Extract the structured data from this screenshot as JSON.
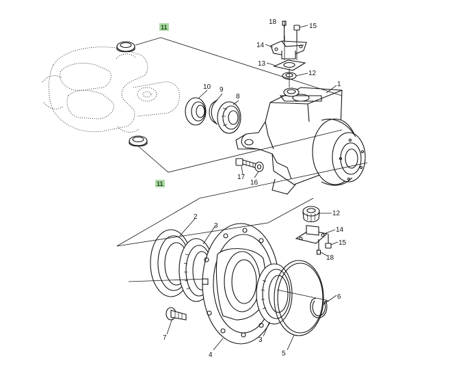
{
  "callouts": {
    "c1": "1",
    "c2": "2",
    "c3a": "3",
    "c3b": "3",
    "c4": "4",
    "c5": "5",
    "c6": "6",
    "c7": "7",
    "c8": "8",
    "c9": "9",
    "c10": "10",
    "c11a": "11",
    "c11b": "11",
    "c12a": "12",
    "c12b": "12",
    "c13": "13",
    "c14a": "14",
    "c14b": "14",
    "c15a": "15",
    "c15b": "15",
    "c16": "16",
    "c17": "17",
    "c18a": "18",
    "c18b": "18"
  },
  "colors": {
    "line": "#111111",
    "highlight": "#a9d8a2",
    "background": "#ffffff"
  }
}
